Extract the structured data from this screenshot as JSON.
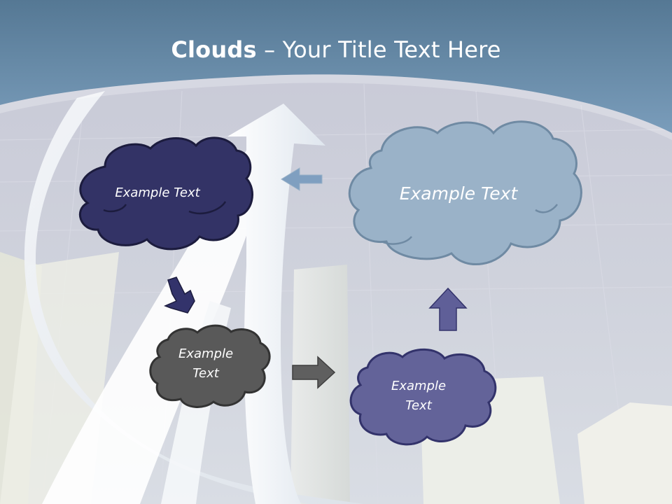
{
  "slide": {
    "title_bold": "Clouds",
    "title_separator": " – ",
    "title_rest": "Your Title Text Here"
  },
  "clouds": [
    {
      "id": "top-left",
      "text": "Example Text",
      "color": "#333366"
    },
    {
      "id": "top-right",
      "text": "Example Text",
      "color": "#9ab2c8"
    },
    {
      "id": "middle-left",
      "line1": "Example",
      "line2": "Text",
      "color": "#595959"
    },
    {
      "id": "bottom-right",
      "line1": "Example",
      "line2": "Text",
      "color": "#636399"
    }
  ],
  "colors": {
    "header_band": "#6f92b0",
    "arrow_navy": "#33336b",
    "arrow_gray": "#5f5f5f",
    "arrow_purple": "#5f5f98",
    "arrow_blue": "#7f9fc0"
  }
}
